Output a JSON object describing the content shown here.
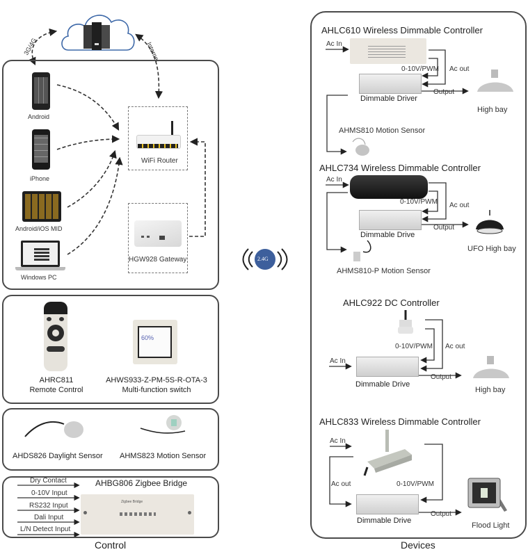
{
  "control": {
    "caption": "Control",
    "cloud": {
      "link_left": "3G/4G",
      "link_right": "Internet"
    },
    "network_panel": {
      "clients": [
        {
          "label": "Android",
          "icon": "android-phone-icon"
        },
        {
          "label": "iPhone",
          "icon": "iphone-icon"
        },
        {
          "label": "Android/iOS MID",
          "icon": "tablet-icon"
        },
        {
          "label": "Windows PC",
          "icon": "laptop-icon"
        }
      ],
      "router_label": "WiFi Router",
      "gateway_label": "HGW928 Gateway"
    },
    "remote_panel": {
      "remote": {
        "model": "AHRC811",
        "name": "Remote Control"
      },
      "switch": {
        "model": "AHWS933-Z-PM-5S-R-OTA-3",
        "name": "Multi-function switch",
        "screen_value": "60%"
      }
    },
    "sensor_panel": {
      "sensors": [
        {
          "label": "AHDS826 Daylight Sensor"
        },
        {
          "label": "AHMS823 Motion Sensor"
        }
      ]
    },
    "bridge_panel": {
      "title": "AHBG806 Zigbee Bridge",
      "device_label": "Zigbee Bridge",
      "inputs": [
        "Dry Contact",
        "0-10V Input",
        "RS232 Input",
        "Dali Input",
        "L/N Detect Input"
      ]
    }
  },
  "wireless": {
    "badge": "2.4G",
    "color": "#3d5f9c"
  },
  "devices": {
    "caption": "Devices",
    "sections": [
      {
        "title": "AHLC610 Wireless Dimmable Controller",
        "ac_in": "Ac In",
        "signal": "0-10V/PWM",
        "ac_out": "Ac out",
        "output": "Output",
        "driver": "Dimmable Driver",
        "load": "High bay",
        "sensor": "AHMS810 Motion Sensor"
      },
      {
        "title": "AHLC734 Wireless Dimmable Controller",
        "ac_in": "Ac In",
        "signal": "0-10V/PWM",
        "ac_out": "Ac out",
        "output": "Output",
        "driver": "Dimmable Drive",
        "load": "UFO High bay",
        "sensor": "AHMS810-P Motion Sensor"
      },
      {
        "title": "AHLC922 DC Controller",
        "ac_in": "Ac In",
        "signal": "0-10V/PWM",
        "ac_out": "Ac out",
        "output": "Output",
        "driver": "Dimmable Drive",
        "load": "High bay"
      },
      {
        "title": "AHLC833 Wireless Dimmable Controller",
        "ac_in": "Ac In",
        "signal": "0-10V/PWM",
        "ac_out": "Ac out",
        "output": "Output",
        "driver": "Dimmable Drive",
        "load": "Flood Light"
      }
    ]
  }
}
